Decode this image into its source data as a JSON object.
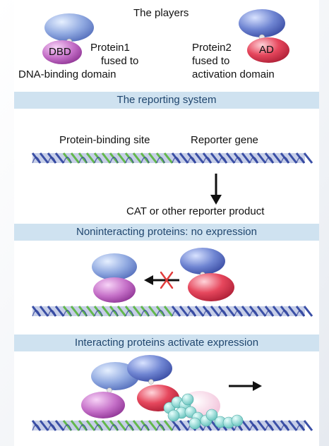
{
  "players": {
    "title": "The players",
    "protein1_line1": "Protein1",
    "protein1_line2": "fused to",
    "protein1_line3": "DNA-binding domain",
    "dbd_label": "DBD",
    "protein2_line1": "Protein2",
    "protein2_line2": "fused to",
    "protein2_line3": "activation domain",
    "ad_label": "AD"
  },
  "sections": {
    "reporting": "The reporting system",
    "noninteracting": "Noninteracting proteins: no expression",
    "interacting": "Interacting proteins activate expression"
  },
  "reporting_labels": {
    "binding_site": "Protein-binding site",
    "reporter_gene": "Reporter gene",
    "product": "CAT or other reporter product"
  },
  "colors": {
    "page_bg": "#f2f4f7",
    "band_bg": "#cfe2f0",
    "band_text": "#21476f",
    "dna_blue": "#3a4fa6",
    "dna_green": "#62b84c",
    "dbd_purple": "#b455b6",
    "ad_red": "#e0334d",
    "protein_blue": "#6f8dd6",
    "inhibit_x": "#e03a3a",
    "polymerase_teal": "#7fd0cc",
    "polymerase_pink": "#f3c4dc"
  }
}
